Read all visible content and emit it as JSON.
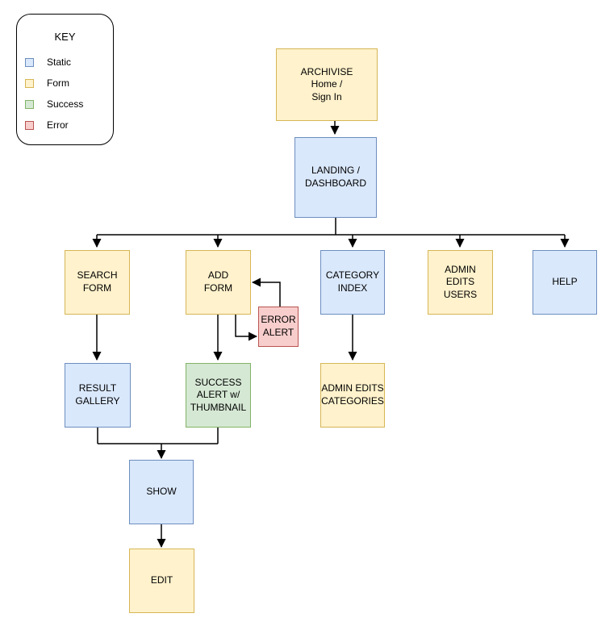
{
  "key": {
    "title": "KEY",
    "items": [
      {
        "label": "Static",
        "type": "static"
      },
      {
        "label": "Form",
        "type": "form"
      },
      {
        "label": "Success",
        "type": "success"
      },
      {
        "label": "Error",
        "type": "error"
      }
    ]
  },
  "colors": {
    "static_fill": "#dae8fc",
    "static_stroke": "#6c8ebf",
    "form_fill": "#fff2cc",
    "form_stroke": "#d6b656",
    "success_fill": "#d5e8d4",
    "success_stroke": "#82b366",
    "error_fill": "#f8cecc",
    "error_stroke": "#b85450",
    "line_color": "#000000"
  },
  "nodes": {
    "archivise": {
      "label": "ARCHIVISE\nHome /\nSign In",
      "type": "form"
    },
    "landing": {
      "label": "LANDING /\nDASHBOARD",
      "type": "static"
    },
    "search_form": {
      "label": "SEARCH\nFORM",
      "type": "form"
    },
    "add_form": {
      "label": "ADD\nFORM",
      "type": "form"
    },
    "category_index": {
      "label": "CATEGORY\nINDEX",
      "type": "static"
    },
    "admin_edits_users": {
      "label": "ADMIN\nEDITS\nUSERS",
      "type": "form"
    },
    "help": {
      "label": "HELP",
      "type": "static"
    },
    "error_alert": {
      "label": "ERROR\nALERT",
      "type": "error"
    },
    "result_gallery": {
      "label": "RESULT\nGALLERY",
      "type": "static"
    },
    "success_alert": {
      "label": "SUCCESS\nALERT w/\nTHUMBNAIL",
      "type": "success"
    },
    "admin_edits_categories": {
      "label": "ADMIN EDITS\nCATEGORIES",
      "type": "form"
    },
    "show": {
      "label": "SHOW",
      "type": "static"
    },
    "edit": {
      "label": "EDIT",
      "type": "form"
    }
  },
  "edges": [
    {
      "from": "archivise",
      "to": "landing"
    },
    {
      "from": "landing",
      "to": "search_form"
    },
    {
      "from": "landing",
      "to": "add_form"
    },
    {
      "from": "landing",
      "to": "category_index"
    },
    {
      "from": "landing",
      "to": "admin_edits_users"
    },
    {
      "from": "landing",
      "to": "help"
    },
    {
      "from": "search_form",
      "to": "result_gallery"
    },
    {
      "from": "add_form",
      "to": "success_alert"
    },
    {
      "from": "add_form",
      "to": "error_alert"
    },
    {
      "from": "error_alert",
      "to": "add_form"
    },
    {
      "from": "category_index",
      "to": "admin_edits_categories"
    },
    {
      "from": "result_gallery",
      "to": "show"
    },
    {
      "from": "success_alert",
      "to": "show"
    },
    {
      "from": "show",
      "to": "edit"
    }
  ]
}
